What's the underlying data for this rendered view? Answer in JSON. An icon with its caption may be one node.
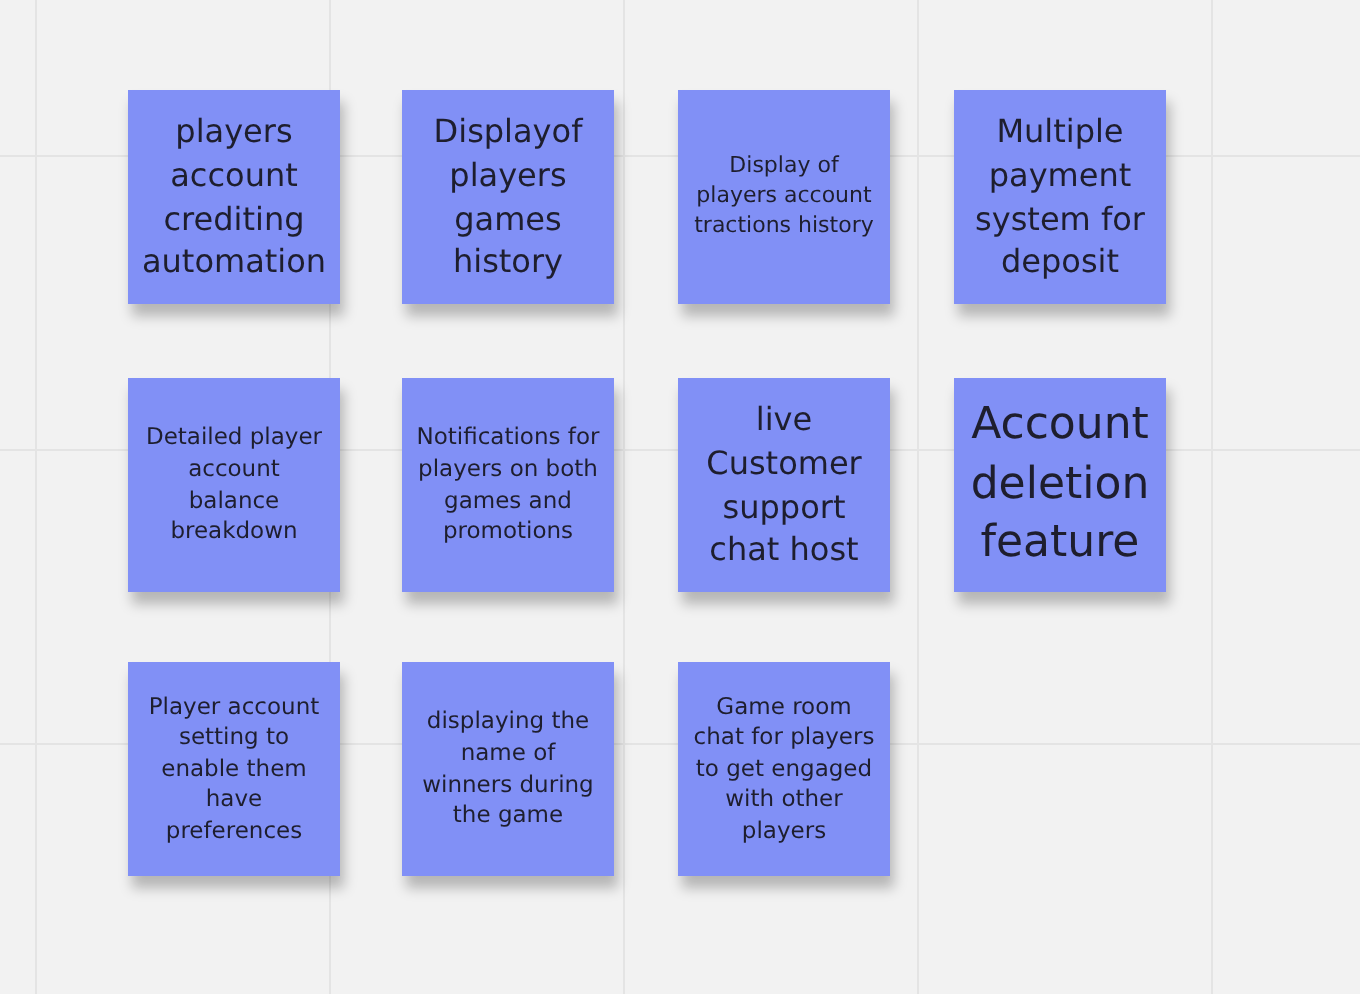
{
  "diagram": {
    "nodes": [
      {
        "text": [
          "players account crediting automation"
        ]
      },
      {
        "text": [
          "Displayof players games history"
        ]
      },
      {
        "text": [
          "Display of players account tractions history"
        ]
      },
      {
        "text": [
          "Multiple payment system for deposit"
        ]
      },
      {
        "text": [
          "Detailed player account balance breakdown"
        ]
      },
      {
        "text": [
          "Notifications for players on both games and promotions"
        ]
      },
      {
        "text": [
          "live Customer support chat host"
        ]
      },
      {
        "text": [
          "Account deletion feature"
        ]
      },
      {
        "text": [
          "Player account setting to enable them have preferences"
        ]
      },
      {
        "text": [
          "displaying the name of winners during the game"
        ]
      },
      {
        "text": [
          "Game room chat for players to get engaged with other players"
        ]
      }
    ]
  }
}
